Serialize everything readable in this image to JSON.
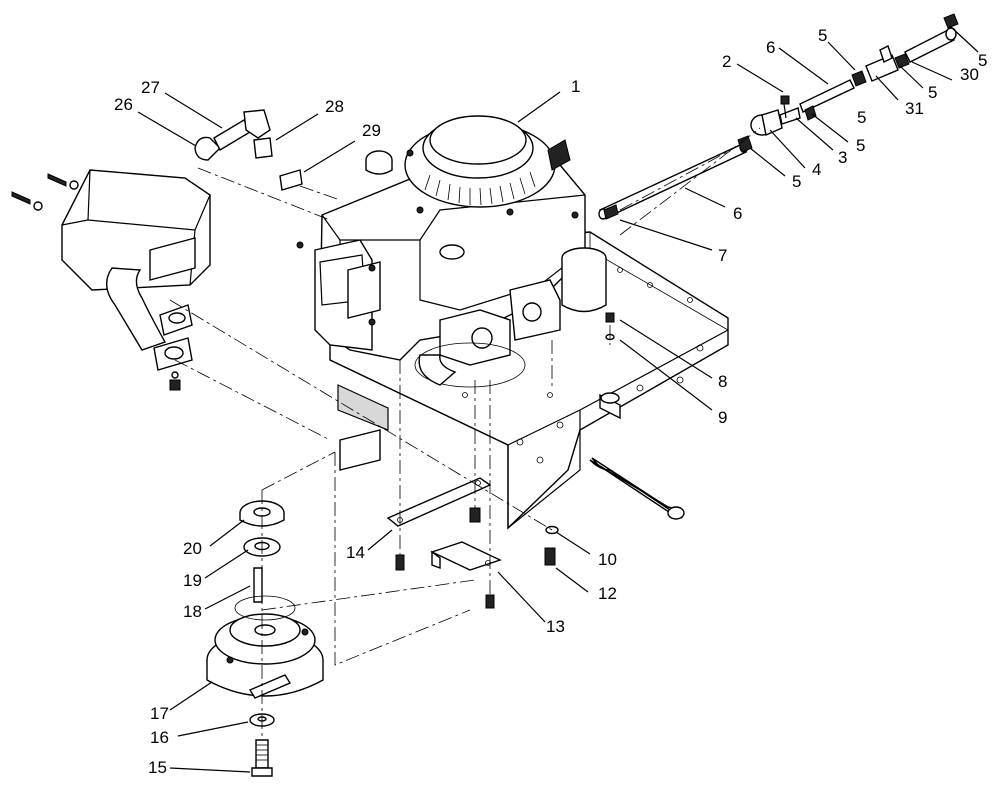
{
  "diagram": {
    "callouts": [
      {
        "id": "1",
        "label": "1"
      },
      {
        "id": "2",
        "label": "2"
      },
      {
        "id": "3",
        "label": "3"
      },
      {
        "id": "4",
        "label": "4"
      },
      {
        "id": "5a",
        "label": "5"
      },
      {
        "id": "5b",
        "label": "5"
      },
      {
        "id": "5c",
        "label": "5"
      },
      {
        "id": "5d",
        "label": "5"
      },
      {
        "id": "5e",
        "label": "5"
      },
      {
        "id": "5f",
        "label": "5"
      },
      {
        "id": "6a",
        "label": "6"
      },
      {
        "id": "6b",
        "label": "6"
      },
      {
        "id": "7",
        "label": "7"
      },
      {
        "id": "8",
        "label": "8"
      },
      {
        "id": "9",
        "label": "9"
      },
      {
        "id": "10",
        "label": "10"
      },
      {
        "id": "12",
        "label": "12"
      },
      {
        "id": "13",
        "label": "13"
      },
      {
        "id": "14",
        "label": "14"
      },
      {
        "id": "15",
        "label": "15"
      },
      {
        "id": "16",
        "label": "16"
      },
      {
        "id": "17",
        "label": "17"
      },
      {
        "id": "18",
        "label": "18"
      },
      {
        "id": "19",
        "label": "19"
      },
      {
        "id": "20",
        "label": "20"
      },
      {
        "id": "26",
        "label": "26"
      },
      {
        "id": "27",
        "label": "27"
      },
      {
        "id": "28",
        "label": "28"
      },
      {
        "id": "29",
        "label": "29"
      },
      {
        "id": "30",
        "label": "30"
      },
      {
        "id": "31",
        "label": "31"
      }
    ]
  }
}
